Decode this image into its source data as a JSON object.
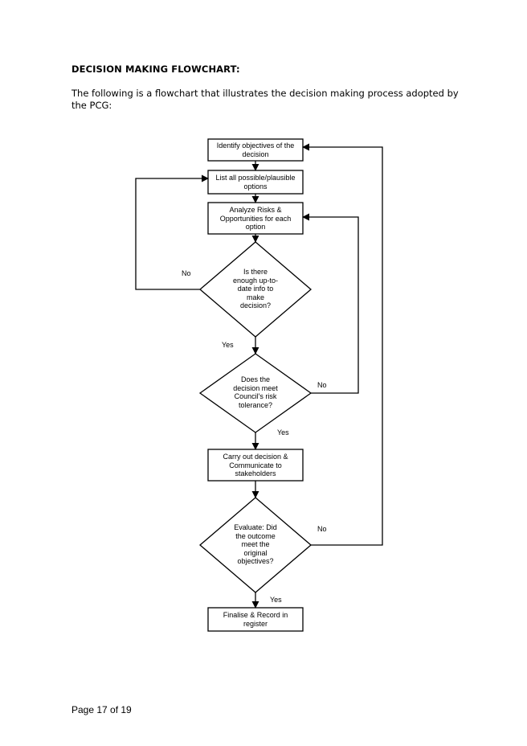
{
  "heading": "DECISION MAKING FLOWCHART:",
  "intro": "The following is a flowchart that illustrates the decision making process adopted by the PCG:",
  "flowchart": {
    "steps": {
      "identify": "Identify objectives of the\ndecision",
      "list": "List all possible/plausible\noptions",
      "analyze": "Analyze Risks &\nOpportunities for each\noption",
      "carry_out": "Carry out decision &\nCommunicate to\nstakeholders",
      "finalise": "Finalise & Record in\nregister"
    },
    "decisions": {
      "enough_info": "Is there\nenough up-to-\ndate info to\nmake\ndecision?",
      "risk_tolerance": "Does the\ndecision meet\nCouncil's risk\ntolerance?",
      "evaluate": "Evaluate: Did\nthe outcome\nmeet the\noriginal\nobjectives?"
    },
    "labels": {
      "no_1": "No",
      "yes_1": "Yes",
      "no_2": "No",
      "yes_2": "Yes",
      "no_3": "No",
      "yes_3": "Yes"
    }
  },
  "footer": "Page 17 of 19"
}
